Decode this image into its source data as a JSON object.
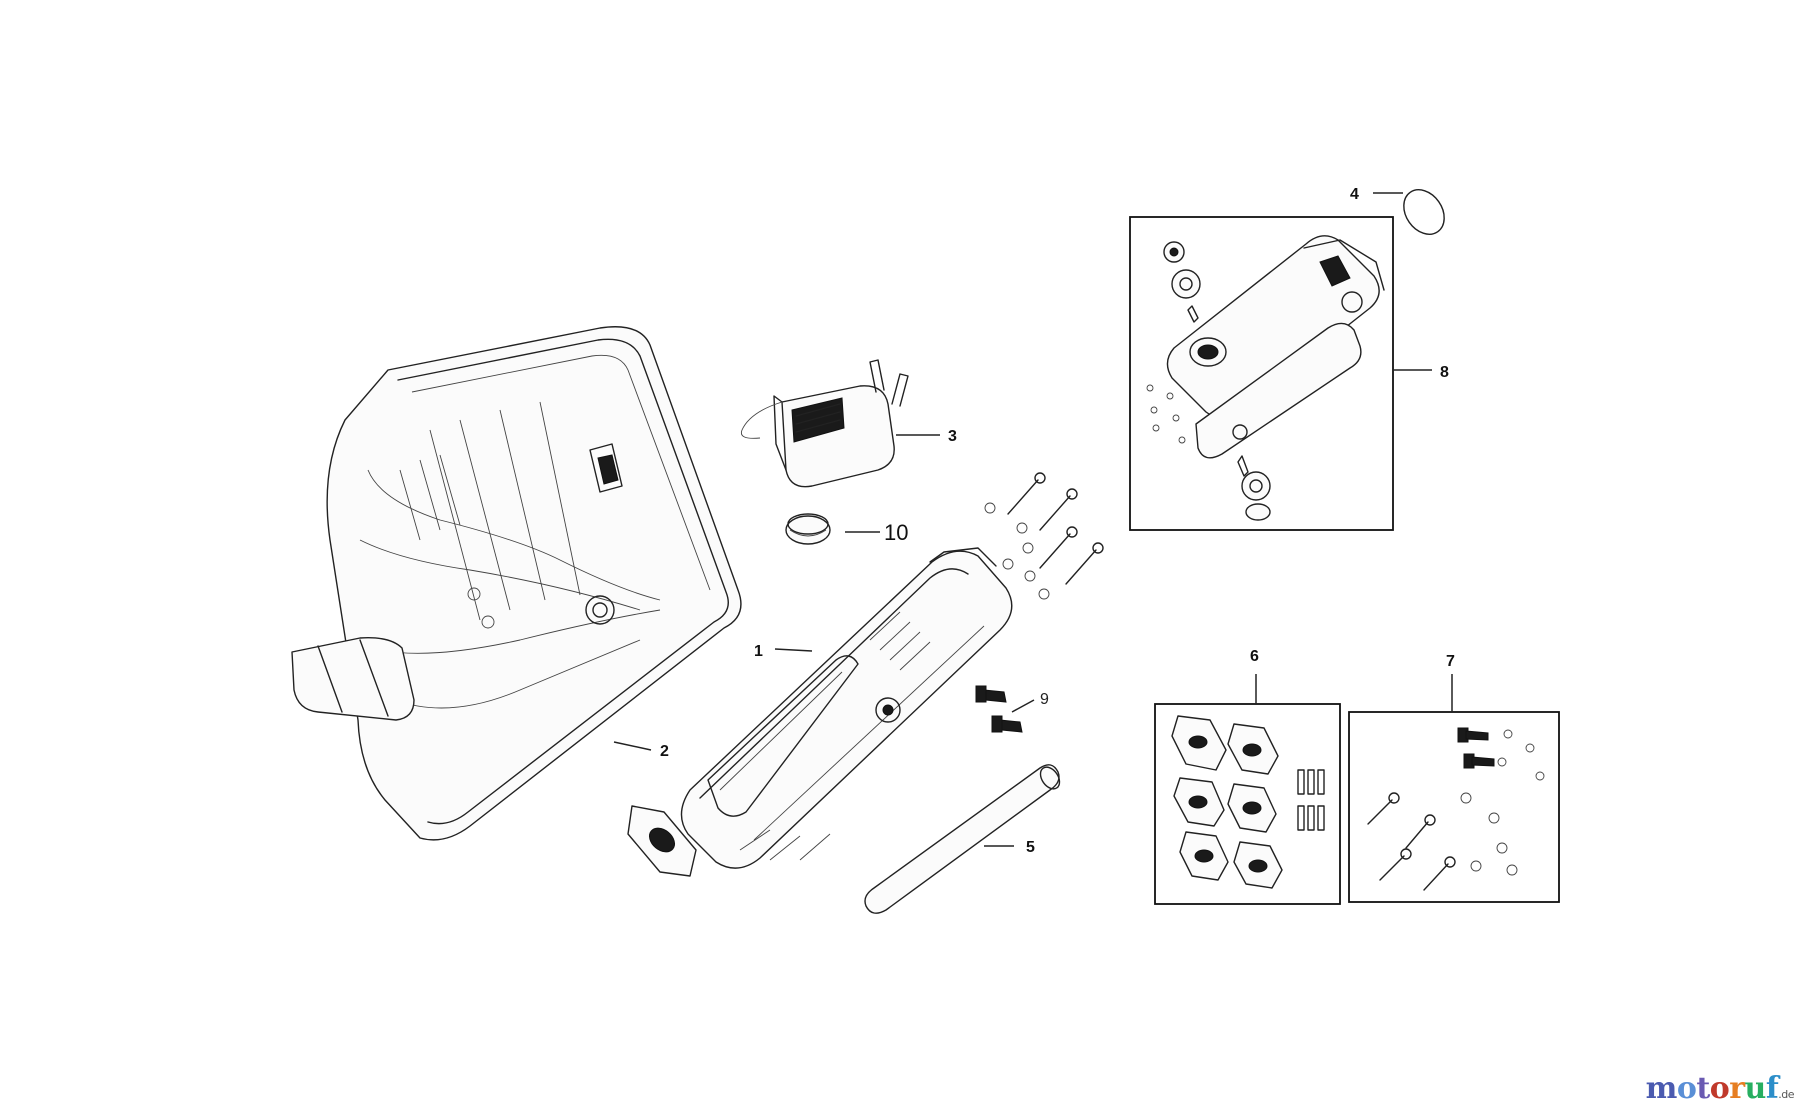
{
  "labels": {
    "p1": "1",
    "p2": "2",
    "p3": "3",
    "p4": "4",
    "p5": "5",
    "p6": "6",
    "p7": "7",
    "p8": "8",
    "p9": "9",
    "p10": "10"
  },
  "watermark": {
    "parts": [
      "m",
      "o",
      "t",
      "o",
      "r",
      "u",
      "f"
    ],
    "tld": ".de"
  }
}
